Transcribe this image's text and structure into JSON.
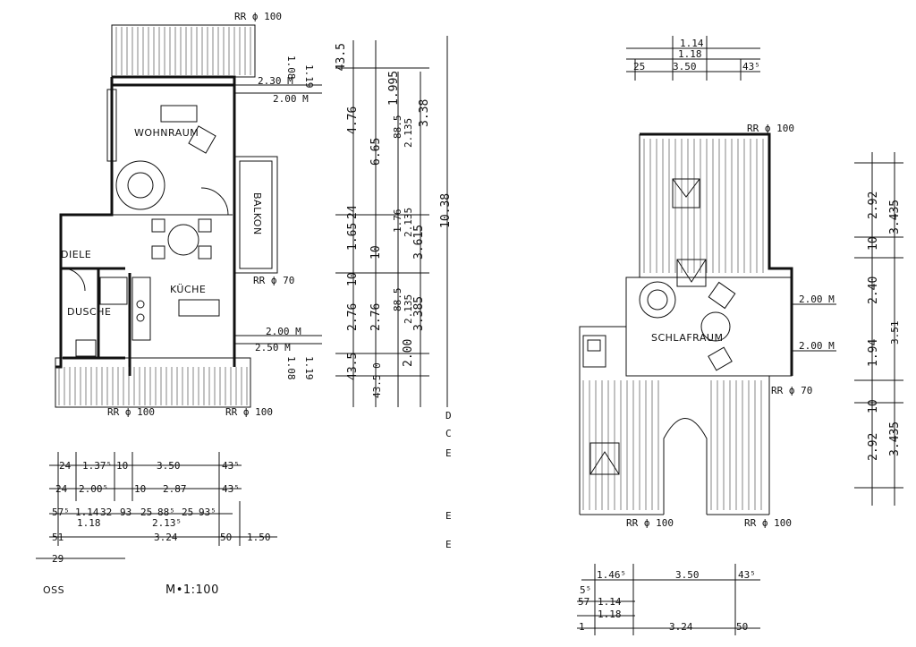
{
  "plan_left": {
    "rooms": {
      "wohnraum": "WOHNRAUM",
      "balkon": "BALKON",
      "diele": "DIELE",
      "kueche": "KÜCHE",
      "dusche": "DUSCHE"
    },
    "pipes": {
      "top": "RR ϕ 100",
      "mid": "RR ϕ 70",
      "bottom_left": "RR ϕ 100",
      "bottom_right": "RR ϕ 100"
    },
    "room_dims": {
      "top_a": "2.30 M",
      "top_b": "2.00 M",
      "top_v1": "1.08",
      "top_v2": "1.19",
      "bot_a": "2.00 M",
      "bot_b": "2.50 M",
      "bot_v1": "1.08",
      "bot_v2": "1.19"
    },
    "vertical_dims": {
      "c1": [
        "43.5",
        "4.76",
        "24",
        "1.65",
        "10",
        "2.76",
        "43.5"
      ],
      "c2": [
        "6.65",
        "10",
        "2.76"
      ],
      "c3": [
        "1.995",
        "88.5",
        "2.135",
        "1.76",
        "2.135",
        "88.5",
        "2.135",
        "2.00"
      ],
      "c4": [
        "3.38",
        "3.615",
        "3.385"
      ],
      "c5": [
        "10.38"
      ],
      "c1_extra": "43.5 0"
    },
    "horizontal_dims": {
      "r1": [
        "24",
        "1.37⁵",
        "10",
        "3.50",
        "43⁵"
      ],
      "r2": [
        "24",
        "2.00⁵",
        "10",
        "2.87",
        "43⁵"
      ],
      "r3": [
        "57⁵",
        "1.14",
        "32",
        "93",
        "25",
        "88⁵",
        "25",
        "93⁵"
      ],
      "r3b": [
        "1.18",
        "2.13⁵"
      ],
      "r4": [
        "51",
        "3.24",
        "50",
        "1.50"
      ],
      "r5": [
        "29"
      ]
    },
    "footer": {
      "left": "OSS",
      "scale": "M•1:100"
    }
  },
  "plan_right": {
    "rooms": {
      "schlafraum": "SCHLAFRAUM"
    },
    "pipes": {
      "top": "RR ϕ 100",
      "mid": "RR ϕ 70",
      "bottom_left": "RR ϕ 100",
      "bottom_right": "RR ϕ 100"
    },
    "room_dims": {
      "a": "2.00 M",
      "b": "2.00 M"
    },
    "top_dims": {
      "r1": "1.14",
      "r2": "1.18",
      "r3": [
        "25",
        "3.50",
        "43⁵"
      ]
    },
    "vertical_dims": {
      "c1": [
        "2.92",
        "10",
        "2.40",
        "1.94",
        "10",
        "2.92"
      ],
      "c2": [
        "3.435",
        "3.51",
        "3.435"
      ]
    },
    "bottom_dims": {
      "r1": [
        "1.46⁵",
        "3.50",
        "43⁵"
      ],
      "r2": [
        "5⁵",
        "57",
        "1.14"
      ],
      "r3": [
        "1.18"
      ],
      "r4": [
        "1",
        "3.24",
        "50"
      ]
    }
  },
  "margin_marks": [
    "D",
    "C",
    "E",
    "E",
    "E"
  ]
}
